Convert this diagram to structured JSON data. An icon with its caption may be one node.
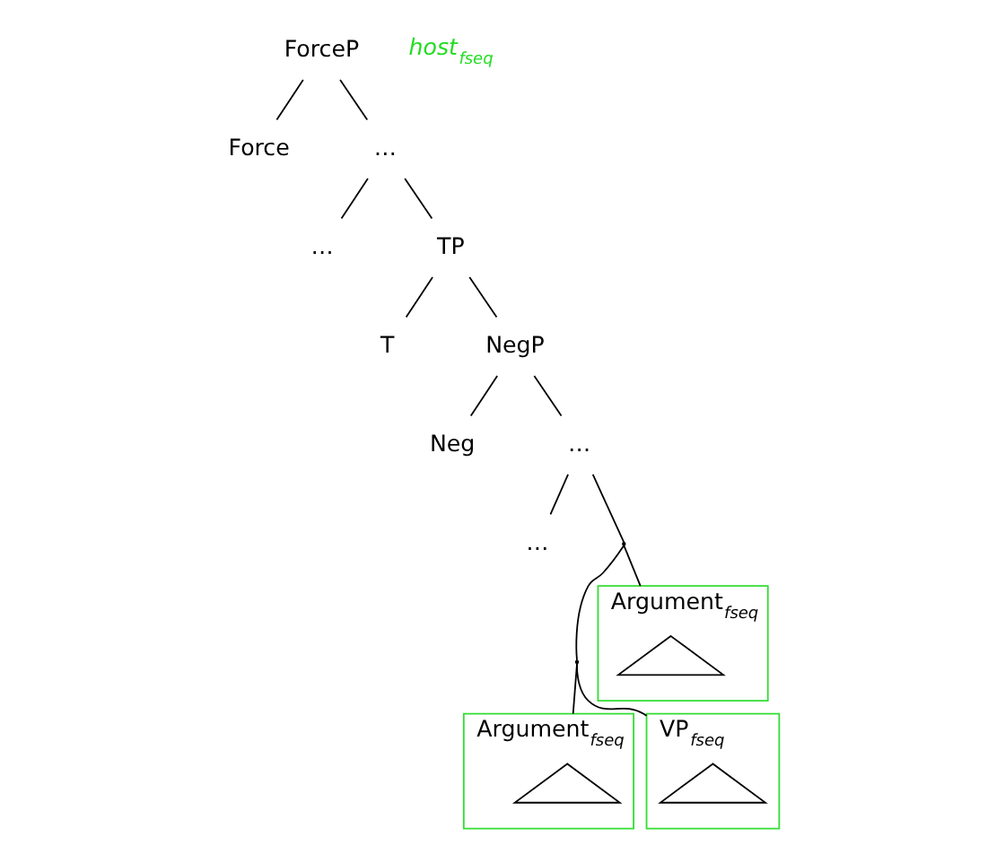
{
  "diagram": {
    "nodes": [
      {
        "text": [
          "ForceP"
        ]
      },
      {
        "text": [
          "Force"
        ]
      },
      {
        "text": [
          "…"
        ]
      },
      {
        "text": [
          "…"
        ]
      },
      {
        "text": [
          "TP"
        ]
      },
      {
        "text": [
          "T"
        ]
      },
      {
        "text": [
          "NegP"
        ]
      },
      {
        "text": [
          "Neg"
        ]
      },
      {
        "text": [
          "…"
        ]
      },
      {
        "text": [
          "…"
        ]
      },
      {
        "text": [],
        "shape": "point"
      },
      {
        "text": [
          "Argument$_{fseq}$"
        ]
      },
      {
        "text": [],
        "shape": "triangle",
        "in": 11
      },
      {
        "text": [],
        "shape": "point"
      },
      {
        "text": [
          "VP$_{fseq}$"
        ]
      },
      {
        "text": [],
        "shape": "triangle",
        "in": 14
      },
      {
        "text": [
          "Argument$_{fseq}$"
        ]
      },
      {
        "text": [],
        "shape": "triangle",
        "in": 16
      }
    ],
    "edges": [
      {
        "from": 0,
        "to": 1,
        "arrow": "none"
      },
      {
        "from": 0,
        "to": 2,
        "arrow": "none"
      },
      {
        "from": 2,
        "to": 3,
        "arrow": "none"
      },
      {
        "from": 2,
        "to": 4,
        "arrow": "none"
      },
      {
        "from": 4,
        "to": 5,
        "arrow": "none"
      },
      {
        "from": 4,
        "to": 6,
        "arrow": "none"
      },
      {
        "from": 6,
        "to": 7,
        "arrow": "none"
      },
      {
        "from": 6,
        "to": 8,
        "arrow": "none"
      },
      {
        "from": 8,
        "to": 9,
        "arrow": "none"
      },
      {
        "from": 8,
        "to": 10,
        "arrow": "none"
      },
      {
        "from": 10,
        "to": 11,
        "arrow": "none"
      },
      {
        "from": 10,
        "to": 13,
        "arrow": "none"
      },
      {
        "from": 13,
        "to": 14,
        "arrow": "none"
      },
      {
        "from": 13,
        "to": 16,
        "arrow": "none"
      }
    ],
    "labels": [
      "host$_{fseq}$"
    ]
  }
}
